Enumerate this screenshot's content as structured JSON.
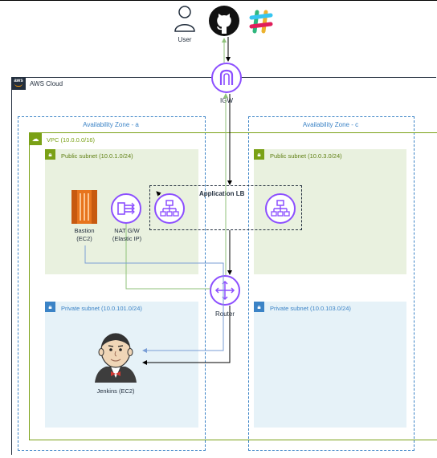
{
  "external": {
    "user_label": "User"
  },
  "aws_cloud": {
    "label": "AWS Cloud",
    "logo_text": "aws"
  },
  "igw": {
    "label": "IGW"
  },
  "availability_zones": [
    {
      "label": "Availability Zone - a"
    },
    {
      "label": "Availability Zone - c"
    }
  ],
  "vpc": {
    "label": "VPC (10.0.0.0/16)"
  },
  "subnets": {
    "public_a": "Public subnet (10.0.1.0/24)",
    "public_c": "Public subnet (10.0.3.0/24)",
    "private_a": "Private subnet (10.0.101.0/24)",
    "private_c": "Private subnet (10.0.103.0/24)"
  },
  "nodes": {
    "bastion": {
      "line1": "Bastion",
      "line2": "(EC2)"
    },
    "nat": {
      "line1": "NAT G/W",
      "line2": "(Elastic IP)"
    },
    "alb": {
      "label": "Application LB"
    },
    "router": {
      "label": "Router"
    },
    "jenkins": {
      "label": "Jenkins (EC2)"
    }
  },
  "colors": {
    "aws_dark": "#232f3e",
    "az_blue": "#3b83c6",
    "vpc_green": "#7aa116",
    "public_bg": "#e9f1df",
    "private_bg": "#e6f2f8",
    "purple": "#8c4fff",
    "ec2_orange": "#e7741d",
    "flow_green": "#8fc27a",
    "flow_blue": "#7a9ed6"
  },
  "icons": [
    "user-icon",
    "github-icon",
    "slack-icon",
    "internet-gateway-icon",
    "ec2-icon",
    "nat-gateway-icon",
    "load-balancer-icon",
    "router-icon",
    "jenkins-icon",
    "lock-icon",
    "cloud-icon"
  ]
}
